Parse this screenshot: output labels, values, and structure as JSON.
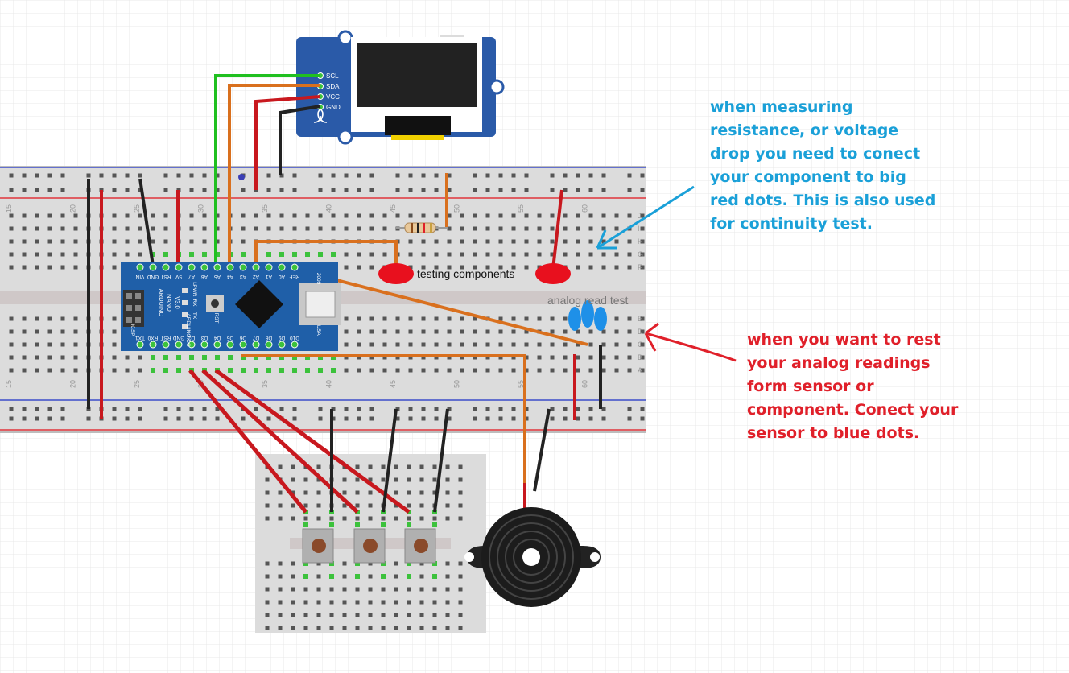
{
  "colors": {
    "grid": "#e6e6e6",
    "board": "#dcdcdc",
    "hole": "#555555",
    "pin_green": "#3cc23c",
    "rail_red": "#e0343b",
    "rail_blue": "#3b4cc9",
    "wire_red": "#c8181e",
    "wire_black": "#222222",
    "wire_green": "#20c020",
    "wire_orange": "#d9701e",
    "nano_blue": "#1f5fa8",
    "oled_blue": "#2a5aa8",
    "note_blue": "#1aa0d8",
    "note_red": "#e0202a",
    "marker_red": "#e8101e",
    "marker_blue": "#1e90e8"
  },
  "breadboard": {
    "column_numbers": [
      "15",
      "20",
      "25",
      "30",
      "35",
      "40",
      "45",
      "50",
      "55",
      "60"
    ],
    "row_letters_top": [
      "J",
      "I",
      "H",
      "G",
      "F"
    ],
    "row_letters_bottom": [
      "E",
      "D",
      "C",
      "B",
      "A"
    ]
  },
  "arduino": {
    "name_lines": [
      "ARDUINO",
      "NANO",
      "V3.0"
    ],
    "top_pins": [
      "VIN",
      "GND",
      "RST",
      "5V",
      "A7",
      "A6",
      "A5",
      "A4",
      "A3",
      "A2",
      "A1",
      "A0",
      "REF"
    ],
    "bottom_pins": [
      "TX1",
      "RX0",
      "RST",
      "GND",
      "D2",
      "D3",
      "D4",
      "D5",
      "D6",
      "D7",
      "D8",
      "D9",
      "D10"
    ],
    "board_text": [
      "ICSP",
      "PWR",
      "RX",
      "TX",
      "RST",
      "L",
      "USA",
      "2009",
      "ARDUINO.CC"
    ]
  },
  "oled": {
    "pins": [
      "SCL",
      "SDA",
      "VCC",
      "GND"
    ]
  },
  "labels": {
    "testing": "testing components",
    "analog": "analog read test"
  },
  "notes": {
    "blue": "when measuring\nresistance, or voltage\ndrop you need to conect\nyour component to big\nred dots. This is also used\nfor continuity test.",
    "red": "when you want to rest\nyour analog readings\nform sensor or\ncomponent. Conect  your\nsensor to blue dots."
  }
}
